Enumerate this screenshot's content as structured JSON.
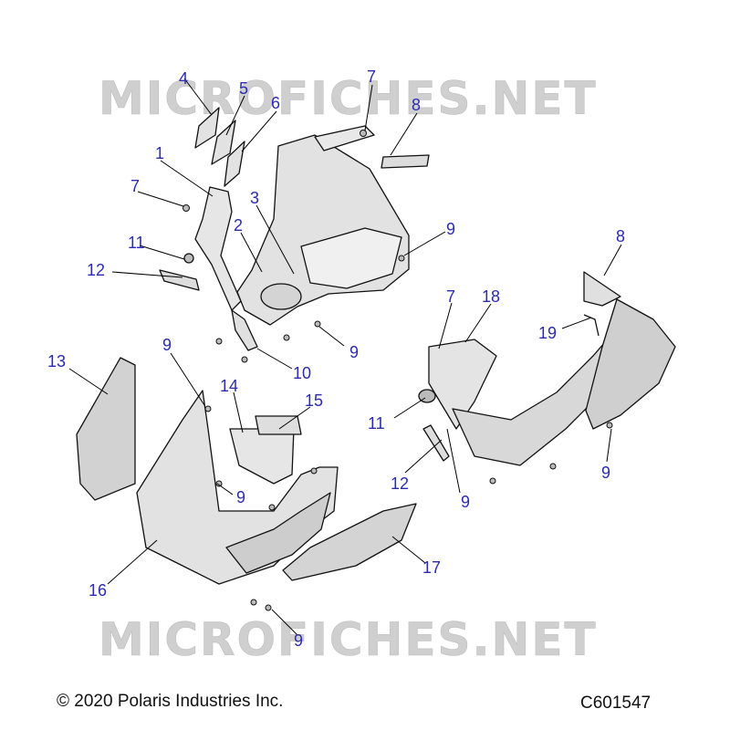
{
  "diagram": {
    "watermark": "MICROFICHES.NET",
    "copyright": "© 2020 Polaris Industries Inc.",
    "drawing_id": "C601547",
    "colors": {
      "callout": "#2b2bb0",
      "part_fill": "#e2e2e2",
      "part_shade": "#c6c6c6",
      "watermark": "#cfcfcf"
    },
    "callouts": [
      {
        "id": "c4",
        "label": "4"
      },
      {
        "id": "c5",
        "label": "5"
      },
      {
        "id": "c6",
        "label": "6"
      },
      {
        "id": "c7a",
        "label": "7"
      },
      {
        "id": "c8a",
        "label": "8"
      },
      {
        "id": "c1",
        "label": "1"
      },
      {
        "id": "c7b",
        "label": "7"
      },
      {
        "id": "c3",
        "label": "3"
      },
      {
        "id": "c2",
        "label": "2"
      },
      {
        "id": "c9a",
        "label": "9"
      },
      {
        "id": "c11a",
        "label": "11"
      },
      {
        "id": "c12a",
        "label": "12"
      },
      {
        "id": "c8b",
        "label": "8"
      },
      {
        "id": "c7c",
        "label": "7"
      },
      {
        "id": "c18",
        "label": "18"
      },
      {
        "id": "c19",
        "label": "19"
      },
      {
        "id": "c9b",
        "label": "9"
      },
      {
        "id": "c10",
        "label": "10"
      },
      {
        "id": "c13",
        "label": "13"
      },
      {
        "id": "c9c",
        "label": "9"
      },
      {
        "id": "c14",
        "label": "14"
      },
      {
        "id": "c15",
        "label": "15"
      },
      {
        "id": "c11b",
        "label": "11"
      },
      {
        "id": "c9d",
        "label": "9"
      },
      {
        "id": "c12b",
        "label": "12"
      },
      {
        "id": "c9e",
        "label": "9"
      },
      {
        "id": "c9f",
        "label": "9"
      },
      {
        "id": "c16",
        "label": "16"
      },
      {
        "id": "c17",
        "label": "17"
      },
      {
        "id": "c9g",
        "label": "9"
      }
    ]
  }
}
